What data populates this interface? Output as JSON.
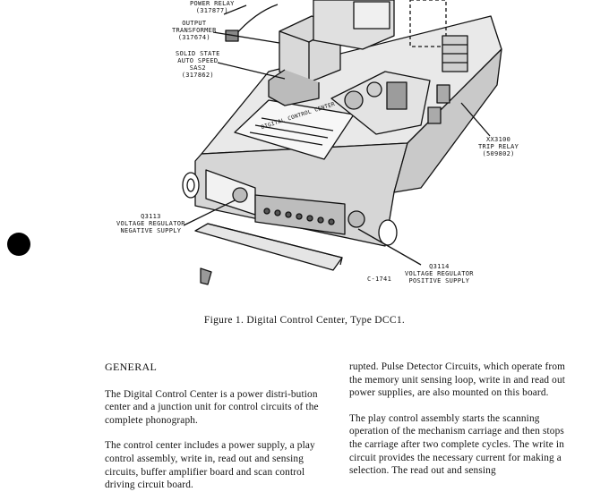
{
  "figure": {
    "labels": {
      "power_relay_line1": "POWER RELAY",
      "power_relay_line2": "(317877)",
      "output_transformer_line1": "OUTPUT",
      "output_transformer_line2": "TRANSFORMER",
      "output_transformer_line3": "(317674)",
      "auto_speed_line1": "SOLID STATE",
      "auto_speed_line2": "AUTO SPEED",
      "auto_speed_line3": "SAS2",
      "auto_speed_line4": "(317862)",
      "trip_relay_line1": "XX3100",
      "trip_relay_line2": "TRIP RELAY",
      "trip_relay_line3": "(509802)",
      "neg_reg_line1": "Q3113",
      "neg_reg_line2": "VOLTAGE REGULATOR",
      "neg_reg_line3": "NEGATIVE SUPPLY",
      "pos_reg_line1": "Q3114",
      "pos_reg_line2": "VOLTAGE REGULATOR",
      "pos_reg_line3": "POSITIVE SUPPLY",
      "photo_code": "C-1741",
      "panel_title": "DIGITAL CONTROL CENTER"
    },
    "caption": "Figure 1. Digital Control Center, Type DCC1."
  },
  "text": {
    "heading": "GENERAL",
    "left_p1": "The Digital Control Center is a power distri-bution center and a junction unit for control circuits of the complete phonograph.",
    "left_p2": "The control center includes a power supply, a play control assembly, write in, read out and sensing circuits, buffer amplifier board and scan control driving circuit board.",
    "right_p1": "rupted. Pulse Detector Circuits, which operate from the memory unit sensing loop, write in and read out power supplies, are also mounted on this board.",
    "right_p2": "The play control assembly starts the scanning operation of the mechanism carriage and then stops the carriage after two complete cycles. The write in circuit provides the necessary current for making a selection. The read out and sensing"
  }
}
